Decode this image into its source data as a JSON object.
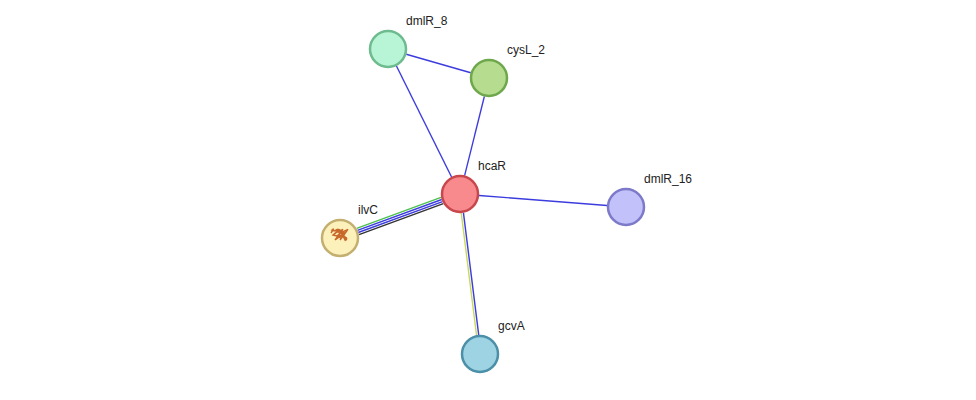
{
  "diagram": {
    "nodes": [
      {
        "text": [
          "dmlR_8"
        ]
      },
      {
        "text": [
          "cysL_2"
        ]
      },
      {
        "text": [
          "hcaR"
        ]
      },
      {
        "text": [
          "dmlR_16"
        ]
      },
      {
        "text": [
          "ilvC"
        ]
      },
      {
        "text": [
          "gcvA"
        ]
      }
    ],
    "edges": [
      {
        "from": 0,
        "to": 1,
        "arrow": "none"
      },
      {
        "from": 0,
        "to": 2,
        "arrow": "none"
      },
      {
        "from": 1,
        "to": 2,
        "arrow": "none"
      },
      {
        "from": 2,
        "to": 3,
        "arrow": "none"
      },
      {
        "from": 2,
        "to": 4,
        "arrow": "none"
      },
      {
        "from": 2,
        "to": 5,
        "arrow": "none"
      }
    ]
  }
}
